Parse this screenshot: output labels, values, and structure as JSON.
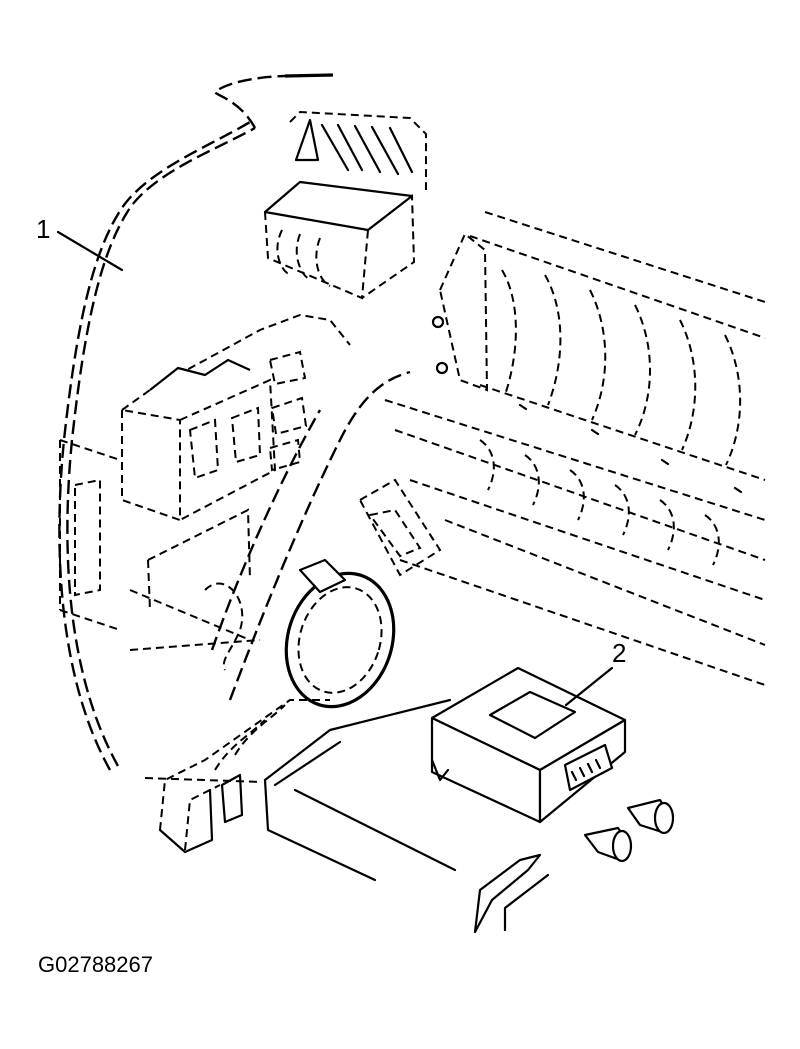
{
  "figure": {
    "id": "G02788267",
    "callouts": [
      {
        "number": "1"
      },
      {
        "number": "2"
      }
    ]
  }
}
